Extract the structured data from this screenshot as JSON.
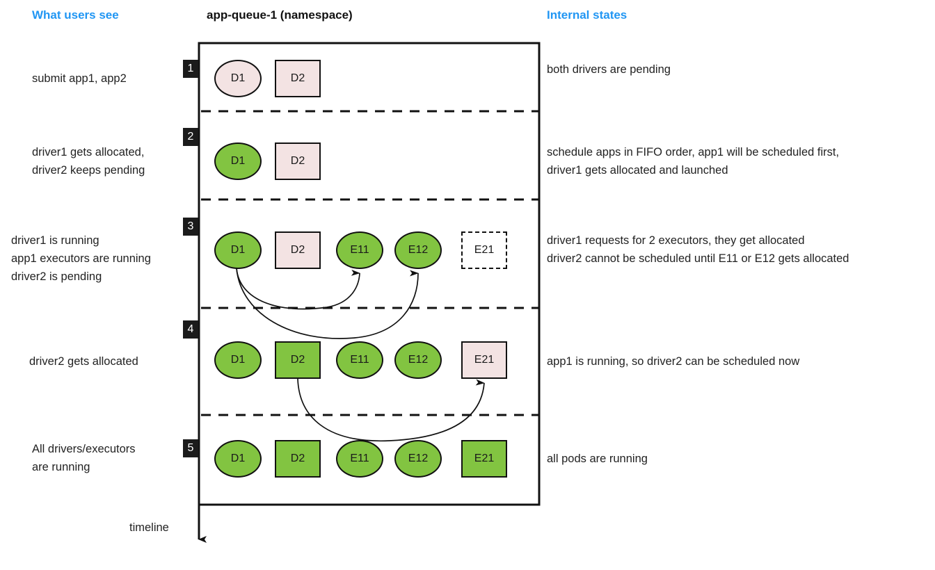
{
  "headers": {
    "left": "What users see",
    "center": "app-queue-1 (namespace)",
    "right": "Internal states",
    "left_color": "#2196F3",
    "right_color": "#2196F3",
    "center_color": "#111111"
  },
  "timeline": {
    "label": "timeline"
  },
  "colors": {
    "running": "#82C441",
    "pending": "#F3E3E3",
    "ghost": "#FFFFFF",
    "stroke": "#111111",
    "badge_bg": "#1B1B1B",
    "badge_text": "#FFFFFF"
  },
  "steps": [
    {
      "number": "1",
      "users_see": "submit app1, app2",
      "internal": "both drivers are pending",
      "nodes": [
        {
          "label": "D1",
          "shape": "ellipse",
          "state": "pending"
        },
        {
          "label": "D2",
          "shape": "rect",
          "state": "pending"
        }
      ]
    },
    {
      "number": "2",
      "users_see": "driver1 gets allocated,\ndriver2 keeps pending",
      "internal": "schedule apps in FIFO order, app1 will be scheduled first,\ndriver1 gets allocated and launched",
      "nodes": [
        {
          "label": "D1",
          "shape": "ellipse",
          "state": "running"
        },
        {
          "label": "D2",
          "shape": "rect",
          "state": "pending"
        }
      ]
    },
    {
      "number": "3",
      "users_see": "driver1 is running\napp1 executors are running\ndriver2 is pending",
      "internal": "driver1 requests for 2 executors, they get allocated\ndriver2 cannot be scheduled until E11 or E12 gets allocated",
      "nodes": [
        {
          "label": "D1",
          "shape": "ellipse",
          "state": "running"
        },
        {
          "label": "D2",
          "shape": "rect",
          "state": "pending"
        },
        {
          "label": "E11",
          "shape": "ellipse",
          "state": "running"
        },
        {
          "label": "E12",
          "shape": "ellipse",
          "state": "running"
        },
        {
          "label": "E21",
          "shape": "rect",
          "state": "ghost"
        }
      ]
    },
    {
      "number": "4",
      "users_see": "driver2 gets allocated",
      "internal": "app1 is running, so driver2 can be scheduled now",
      "nodes": [
        {
          "label": "D1",
          "shape": "ellipse",
          "state": "running"
        },
        {
          "label": "D2",
          "shape": "rect",
          "state": "running"
        },
        {
          "label": "E11",
          "shape": "ellipse",
          "state": "running"
        },
        {
          "label": "E12",
          "shape": "ellipse",
          "state": "running"
        },
        {
          "label": "E21",
          "shape": "rect",
          "state": "pending"
        }
      ]
    },
    {
      "number": "5",
      "users_see": "All drivers/executors\nare running",
      "internal": "all pods are running",
      "nodes": [
        {
          "label": "D1",
          "shape": "ellipse",
          "state": "running"
        },
        {
          "label": "D2",
          "shape": "rect",
          "state": "running"
        },
        {
          "label": "E11",
          "shape": "ellipse",
          "state": "running"
        },
        {
          "label": "E12",
          "shape": "ellipse",
          "state": "running"
        },
        {
          "label": "E21",
          "shape": "rect",
          "state": "running"
        }
      ]
    }
  ]
}
